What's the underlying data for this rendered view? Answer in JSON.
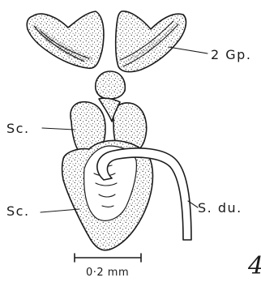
{
  "figure": {
    "labels": {
      "gonopods": "2 Gp.",
      "sclerite_upper": "Sc.",
      "sclerite_lower": "Sc.",
      "sperm_duct": "S. du."
    },
    "scale_bar": {
      "label": "0·2 mm"
    },
    "panel_mark": "4"
  },
  "colors": {
    "ink": "#1a1a1a",
    "paper": "#ffffff"
  }
}
